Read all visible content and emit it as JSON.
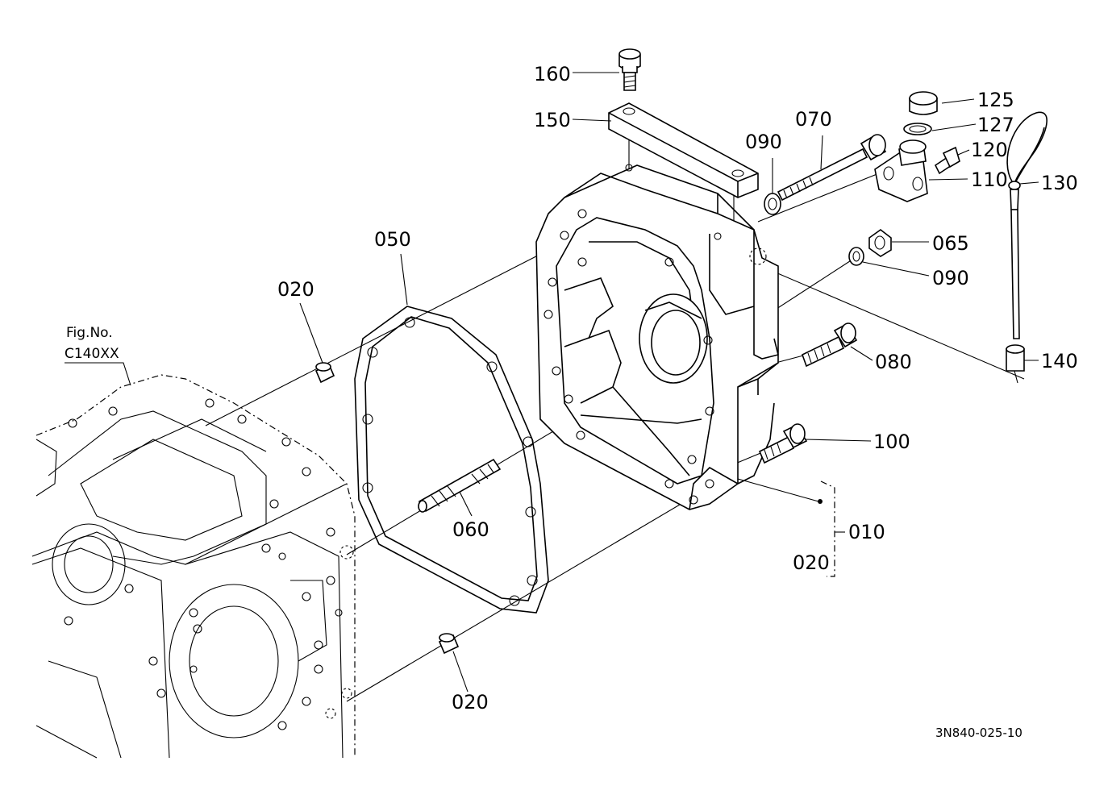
{
  "figure_ref": {
    "line1": "Fig.No.",
    "line2": "C140XX"
  },
  "drawing_code": "3N840-025-10",
  "callouts": {
    "p160": "160",
    "p150": "150",
    "p125": "125",
    "p127": "127",
    "p120": "120",
    "p110": "110",
    "p130": "130",
    "p070": "070",
    "p090_top": "090",
    "p065": "065",
    "p090_mid": "090",
    "p050": "050",
    "p020_top": "020",
    "p080": "080",
    "p140": "140",
    "p100": "100",
    "p060": "060",
    "p010": "010",
    "p020_bracket": "020",
    "p020_bottom": "020"
  }
}
